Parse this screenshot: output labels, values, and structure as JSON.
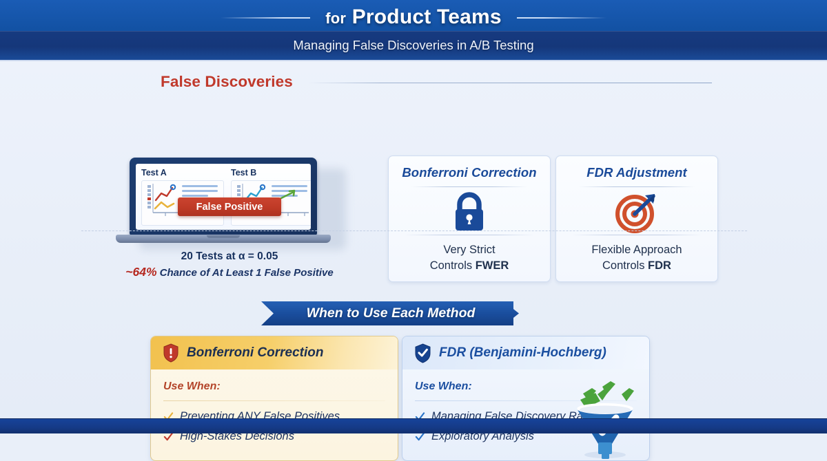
{
  "header": {
    "title_small": "for",
    "title_main": "Product Teams",
    "subtitle": "Managing False Discoveries in A/B Testing"
  },
  "section": {
    "heading": "False Discoveries"
  },
  "laptop": {
    "test_a_label": "Test A",
    "test_b_label": "Test B",
    "badge_label": "False Positive",
    "caption_line1": "20 Tests at α = 0.05",
    "caption_pct": "~64%",
    "caption_line2_rest": " Chance of At Least 1 False Positive"
  },
  "method_cards": [
    {
      "title": "Bonferroni Correction",
      "icon": "lock-icon",
      "line1": "Very Strict",
      "line2_prefix": "Controls ",
      "line2_strong": "FWER"
    },
    {
      "title": "FDR Adjustment",
      "icon": "target-arrow-icon",
      "line1": "Flexible Approach",
      "line2_prefix": "Controls ",
      "line2_strong": "FDR"
    }
  ],
  "ribbon": {
    "label": "When to Use Each Method"
  },
  "bottom_cards": [
    {
      "title": "Bonferroni Correction",
      "icon": "shield-alert-icon",
      "use_when": "Use When:",
      "bullets": [
        {
          "text": "Preventing ANY False Positives",
          "check_color": "#e8b33c"
        },
        {
          "text": "High-Stakes Decisions",
          "check_color": "#c0392b"
        }
      ]
    },
    {
      "title": "FDR (Benjamini-Hochberg)",
      "icon": "shield-check-icon",
      "use_when": "Use When:",
      "bullets": [
        {
          "text": "Managing False Discovery Rate",
          "check_color": "#2a74c8"
        },
        {
          "text": "Exploratory Analysis",
          "check_color": "#2a74c8"
        }
      ],
      "illustration": "funnel-icon"
    }
  ],
  "colors": {
    "header_blue": "#1656ab",
    "subtitle_blue": "#153a7e",
    "accent_red": "#c0392b",
    "accent_gold": "#f2c14e",
    "card_blue": "#1a4a99",
    "stage_bg": "#e9eff9",
    "footer_blue": "#153a86"
  }
}
